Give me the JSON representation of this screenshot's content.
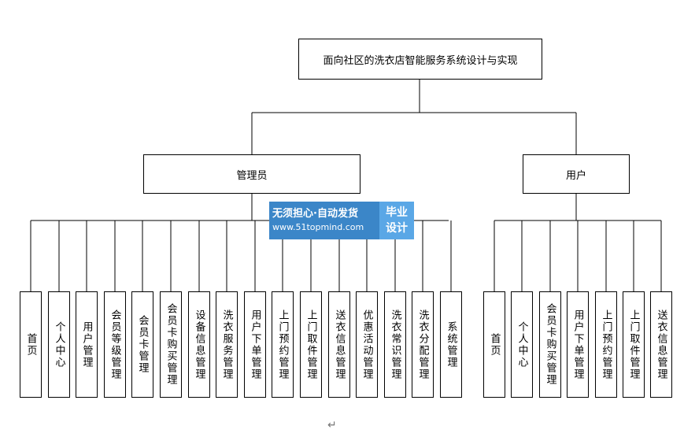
{
  "root": {
    "title": "面向社区的洗衣店智能服务系统设计与实现"
  },
  "admin": {
    "title": "管理员",
    "modules": [
      "首页",
      "个人中心",
      "用户管理",
      "会员等级管理",
      "会员卡管理",
      "会员卡购买管理",
      "设备信息管理",
      "洗衣服务管理",
      "用户下单管理",
      "上门预约管理",
      "上门取件管理",
      "送衣信息管理",
      "优惠活动管理",
      "洗衣常识管理",
      "洗衣分配管理",
      "系统管理"
    ]
  },
  "user": {
    "title": "用户",
    "modules": [
      "首页",
      "个人中心",
      "会员卡购买管理",
      "用户下单管理",
      "上门预约管理",
      "上门取件管理",
      "送衣信息管理"
    ]
  },
  "watermark": {
    "line1": "无须担心·自动发货",
    "line2": "www.51topmind.com",
    "badge_line1": "毕业",
    "badge_line2": "设计"
  },
  "return_mark": "↵"
}
